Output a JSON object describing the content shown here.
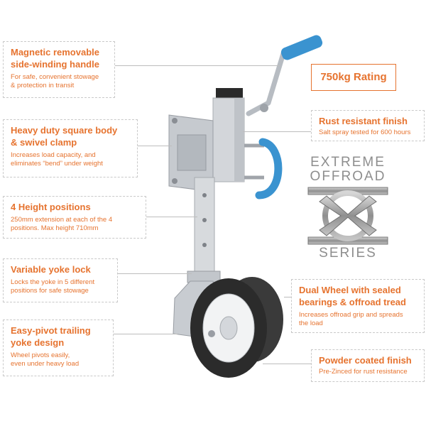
{
  "features_left": [
    {
      "title_lines": [
        "Magnetic removable",
        "side-winding handle"
      ],
      "desc_lines": [
        "For safe, convenient stowage",
        "& protection in transit"
      ]
    },
    {
      "title_lines": [
        "Heavy duty square body",
        "& swivel clamp"
      ],
      "desc_lines": [
        "Increases load capacity, and",
        "eliminates “bend” under weight"
      ]
    },
    {
      "title_lines": [
        "4 Height positions"
      ],
      "desc_lines": [
        "250mm extension at each of the 4",
        "positions. Max height 710mm"
      ]
    },
    {
      "title_lines": [
        "Variable yoke lock"
      ],
      "desc_lines": [
        "Locks the yoke in 5 different",
        "positions for safe stowage"
      ]
    },
    {
      "title_lines": [
        "Easy-pivot trailing",
        "yoke design"
      ],
      "desc_lines": [
        "Wheel pivots easily,",
        "even under heavy load"
      ]
    }
  ],
  "features_right": [
    {
      "title_lines": [
        "Rust resistant finish"
      ],
      "desc_lines": [
        "Salt spray tested for 600 hours"
      ]
    },
    {
      "title_lines": [
        "Dual Wheel with sealed",
        "bearings & offroad tread"
      ],
      "desc_lines": [
        "Increases offroad grip and spreads",
        "the load"
      ]
    },
    {
      "title_lines": [
        "Powder coated finish"
      ],
      "desc_lines": [
        "Pre-Zinced for rust resistance"
      ]
    }
  ],
  "rating": "750kg Rating",
  "logo": {
    "line1": "EXTREME",
    "line2": "OFFROAD",
    "series": "SERIES",
    "icon": "x-series-logo-icon"
  },
  "colors": {
    "accent": "#e6732f",
    "border": "#c9c9c9",
    "handle_grip": "#3a93d0",
    "metal": "#c9ccd0",
    "tyre": "#2b2b2b"
  }
}
